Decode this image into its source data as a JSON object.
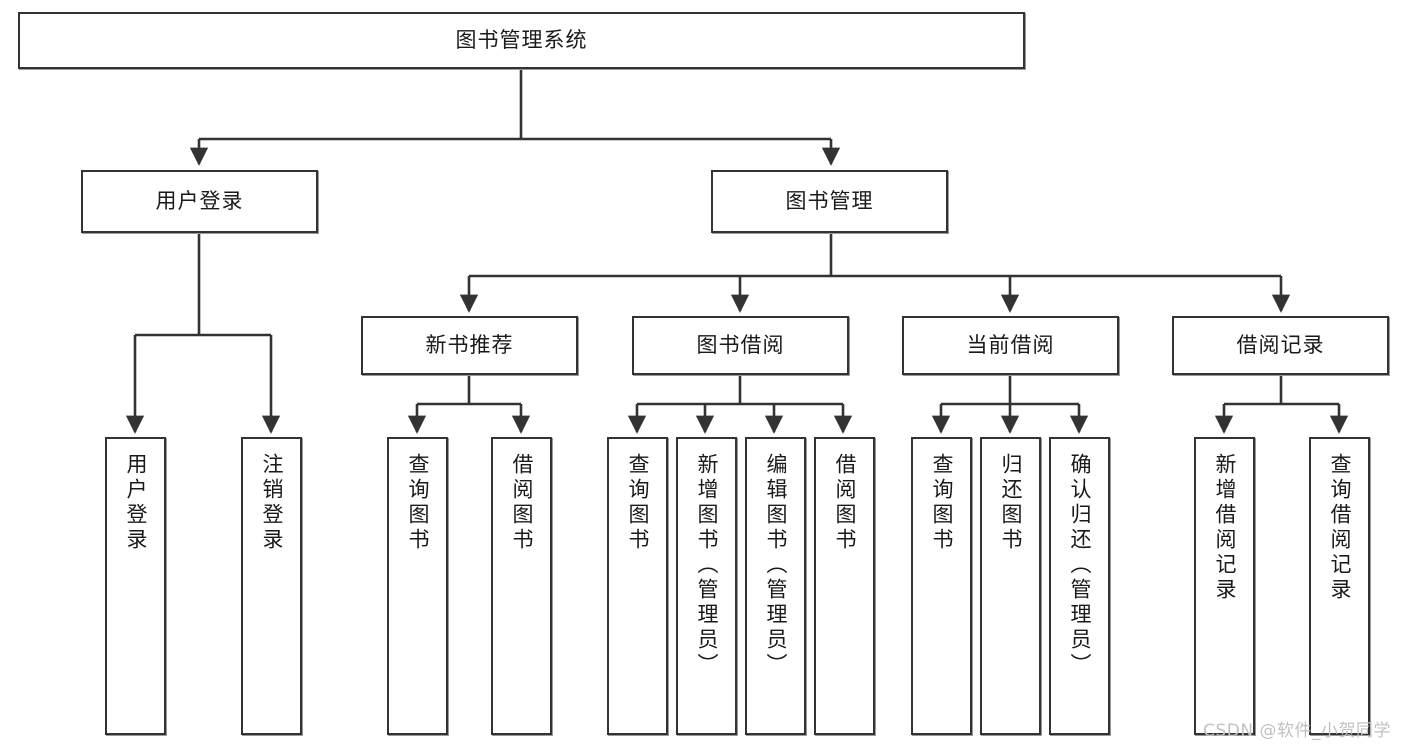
{
  "diagram": {
    "title": "图书管理系统",
    "type": "tree",
    "watermark": "CSDN @软件_小贺同学",
    "colors": {
      "box_border": "#333333",
      "box_fill": "#ffffff",
      "edge": "#333333",
      "text": "#1a1a1a",
      "watermark": "#c2c2c2",
      "background": "#ffffff"
    },
    "levels": {
      "root": {
        "label": "图书管理系统"
      },
      "level2": [
        {
          "label": "用户登录"
        },
        {
          "label": "图书管理"
        }
      ],
      "level3": [
        {
          "label": "新书推荐"
        },
        {
          "label": "图书借阅"
        },
        {
          "label": "当前借阅"
        },
        {
          "label": "借阅记录"
        }
      ],
      "leaves": {
        "user_login": [
          {
            "label": "用户登录"
          },
          {
            "label": "注销登录"
          }
        ],
        "new_book_recommend": [
          {
            "label": "查询图书"
          },
          {
            "label": "借阅图书"
          }
        ],
        "book_borrow": [
          {
            "label": "查询图书"
          },
          {
            "label": "新增图书（管理员）"
          },
          {
            "label": "编辑图书（管理员）"
          },
          {
            "label": "借阅图书"
          }
        ],
        "current_borrow": [
          {
            "label": "查询图书"
          },
          {
            "label": "归还图书"
          },
          {
            "label": "确认归还（管理员）"
          }
        ],
        "borrow_record": [
          {
            "label": "新增借阅记录"
          },
          {
            "label": "查询借阅记录"
          }
        ]
      }
    }
  }
}
